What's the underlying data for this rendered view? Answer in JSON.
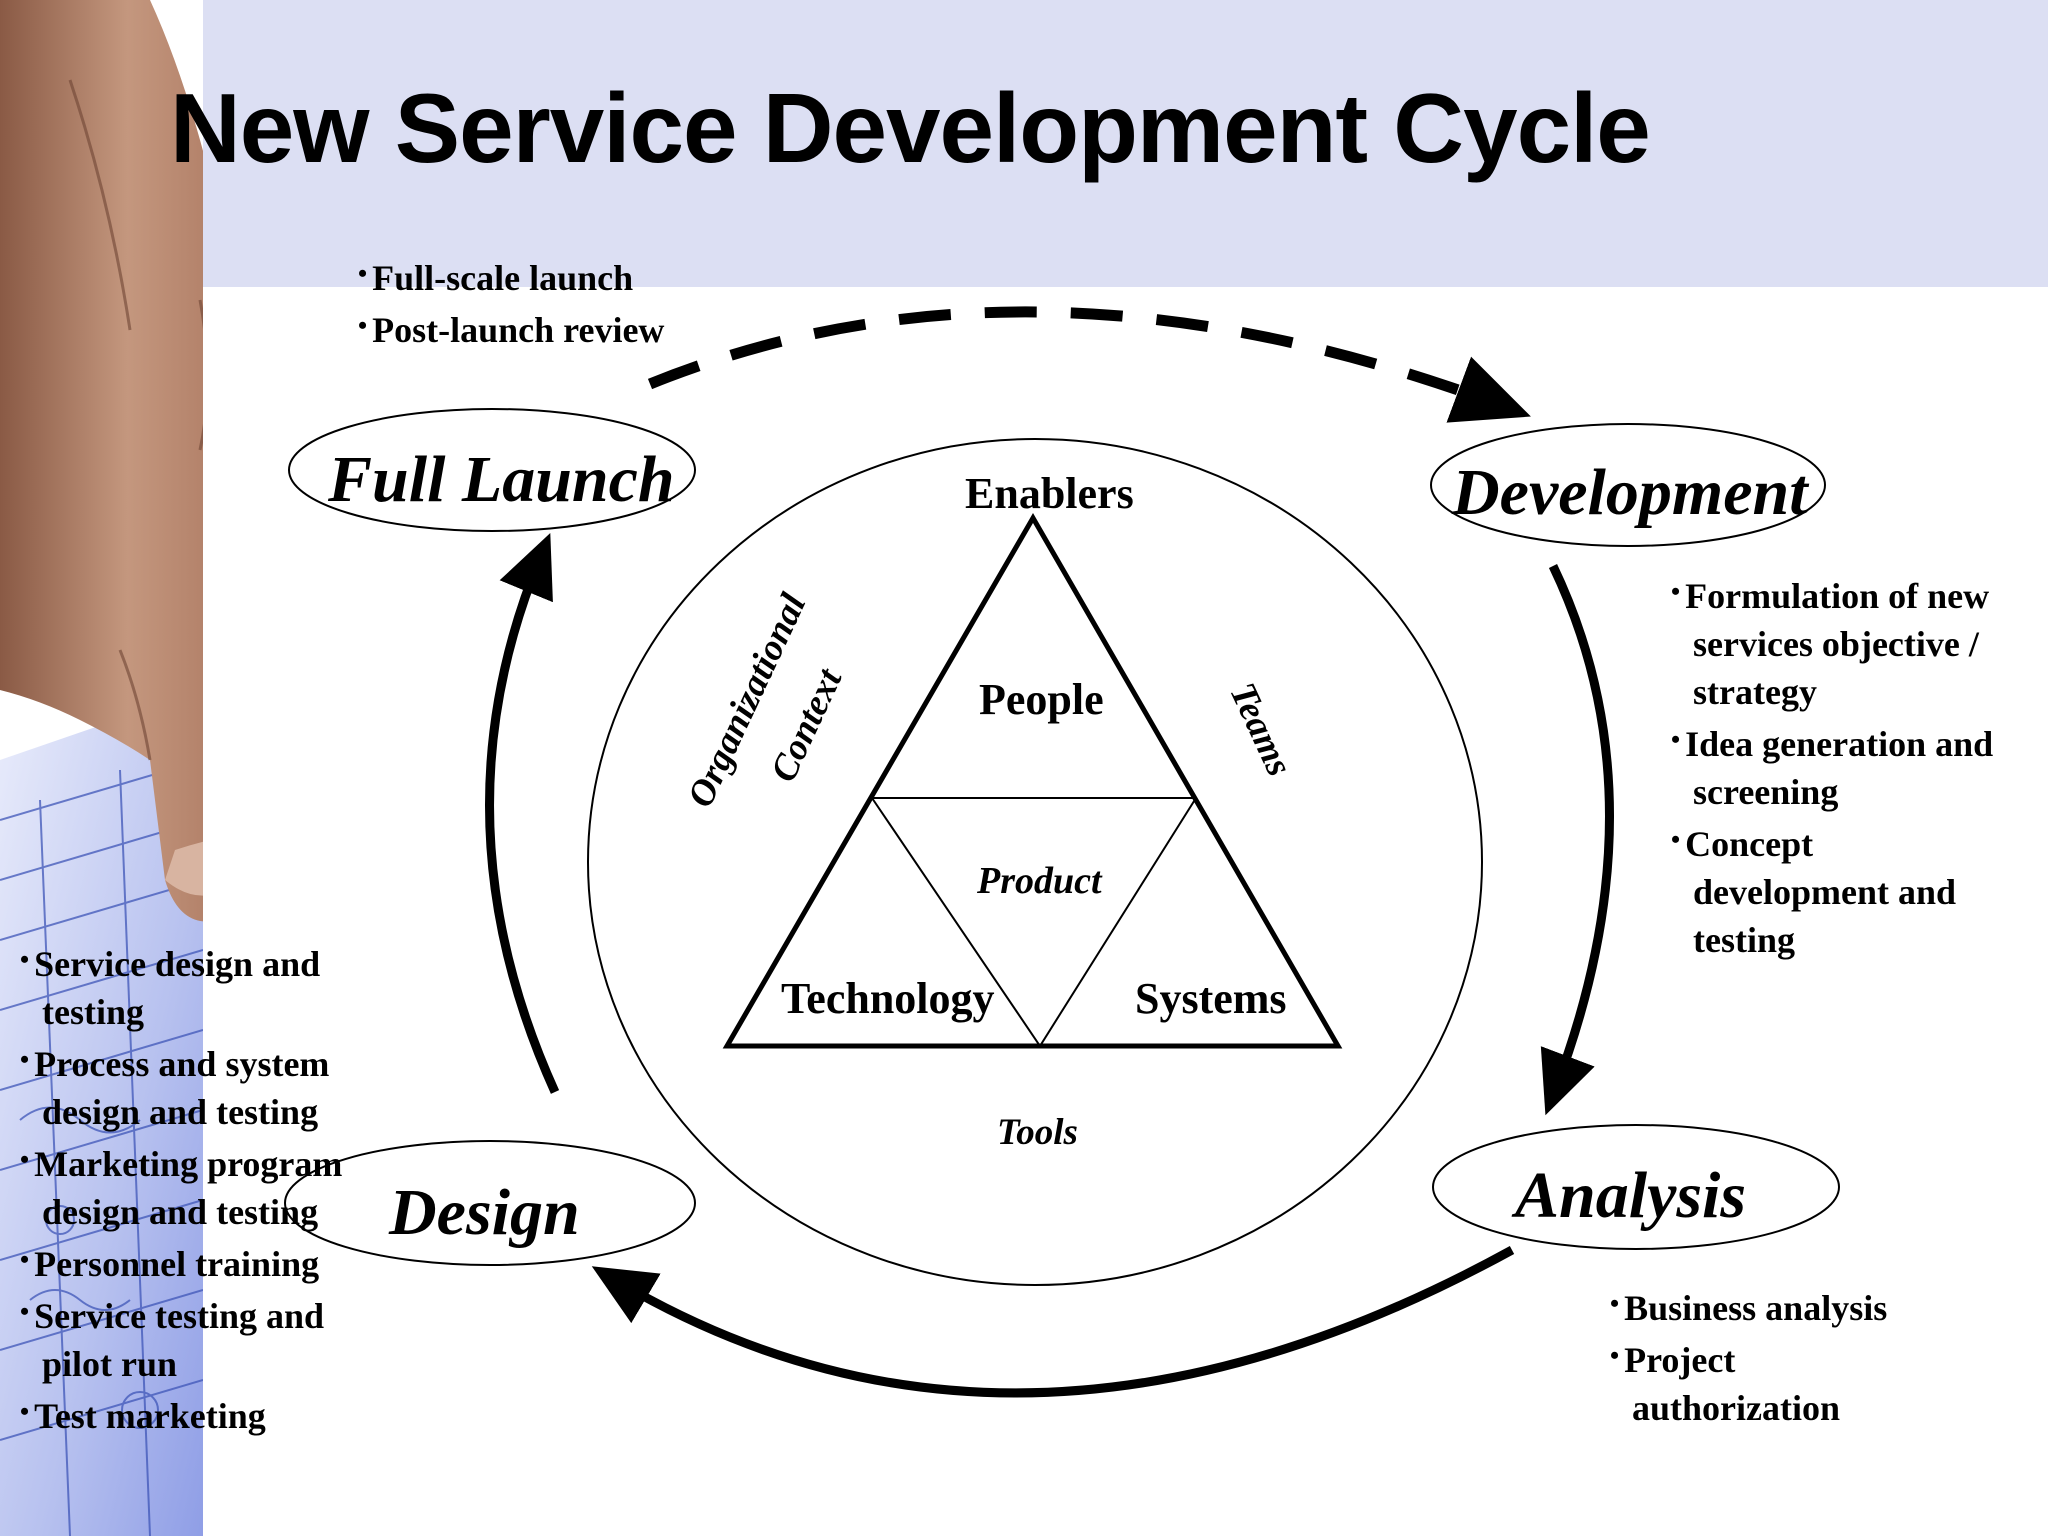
{
  "title": "New Service Development Cycle",
  "stages": {
    "full_launch": "Full Launch",
    "development": "Development",
    "analysis": "Analysis",
    "design": "Design"
  },
  "center": {
    "enablers": "Enablers",
    "people": "People",
    "product": "Product",
    "technology": "Technology",
    "systems": "Systems",
    "organizational": "Organizational",
    "context": "Context",
    "teams": "Teams",
    "tools": "Tools"
  },
  "bullets": {
    "full_launch": [
      "Full-scale  launch",
      "Post-launch review"
    ],
    "development": [
      "Formulation of new services objective / strategy",
      "Idea generation and screening",
      "Concept development and testing"
    ],
    "analysis": [
      "Business analysis",
      "Project authorization"
    ],
    "design": [
      "Service design and testing",
      "Process and system design and testing",
      "Marketing program design and testing",
      "Personnel training",
      "Service testing and pilot run",
      "Test marketing"
    ]
  },
  "colors": {
    "header_band": "#dcdff3",
    "ink": "#000000",
    "skin": "#b8896e",
    "blueprint": "#3f56b8"
  },
  "icons": {
    "photo": "hand-pointing-at-blueprint"
  }
}
